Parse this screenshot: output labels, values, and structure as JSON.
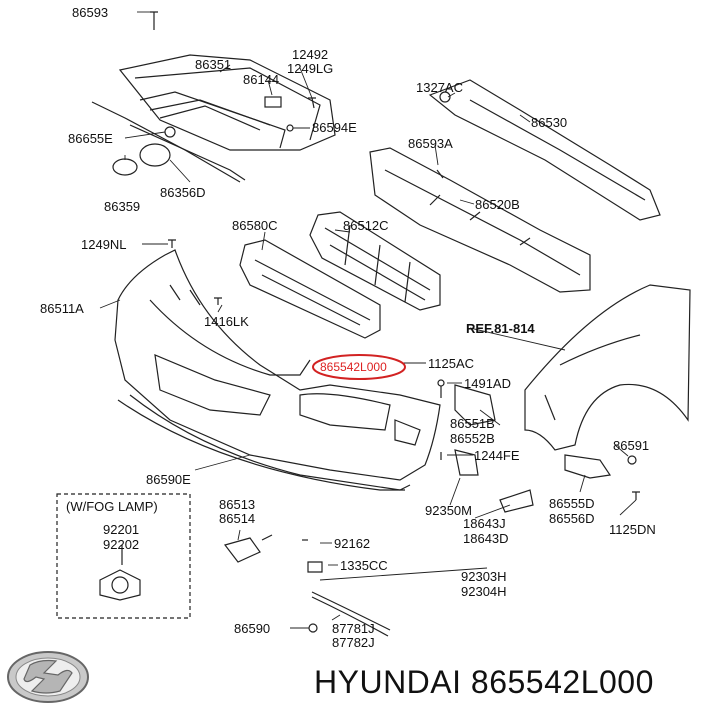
{
  "labels": {
    "p86593": "86593",
    "p86351": "86351",
    "p12492": "12492",
    "p1249LG": "1249LG",
    "p86144": "86144",
    "p1327AC": "1327AC",
    "p86655E": "86655E",
    "p86594E": "86594E",
    "p86530": "86530",
    "p86593A": "86593A",
    "p86359": "86359",
    "p86356D": "86356D",
    "p86520B": "86520B",
    "p86580C": "86580C",
    "p86512C": "86512C",
    "p1249NL": "1249NL",
    "p86511A": "86511A",
    "p1416LK": "1416LK",
    "ref": "REF.81-814",
    "highlight": "865542L000",
    "p1125AC": "1125AC",
    "p1491AD": "1491AD",
    "p86551B": "86551B",
    "p86552B": "86552B",
    "p86591": "86591",
    "p1244FE": "1244FE",
    "p86590E": "86590E",
    "p92350M": "92350M",
    "p86555D": "86555D",
    "p86556D": "86556D",
    "p1125DN": "1125DN",
    "p18643J": "18643J",
    "p18643D": "18643D",
    "p86513": "86513",
    "p86514": "86514",
    "p92162": "92162",
    "p1335CC": "1335CC",
    "p92303H": "92303H",
    "p92304H": "92304H",
    "p86590": "86590",
    "p87781J": "87781J",
    "p87782J": "87782J",
    "fog_title": "(W/FOG LAMP)",
    "p92201": "92201",
    "p92202": "92202"
  },
  "caption": "HYUNDAI 865542L000",
  "colors": {
    "highlight": "#d22222",
    "line": "#222222"
  },
  "icons": {
    "brand_logo": "hyundai-logo-icon"
  }
}
